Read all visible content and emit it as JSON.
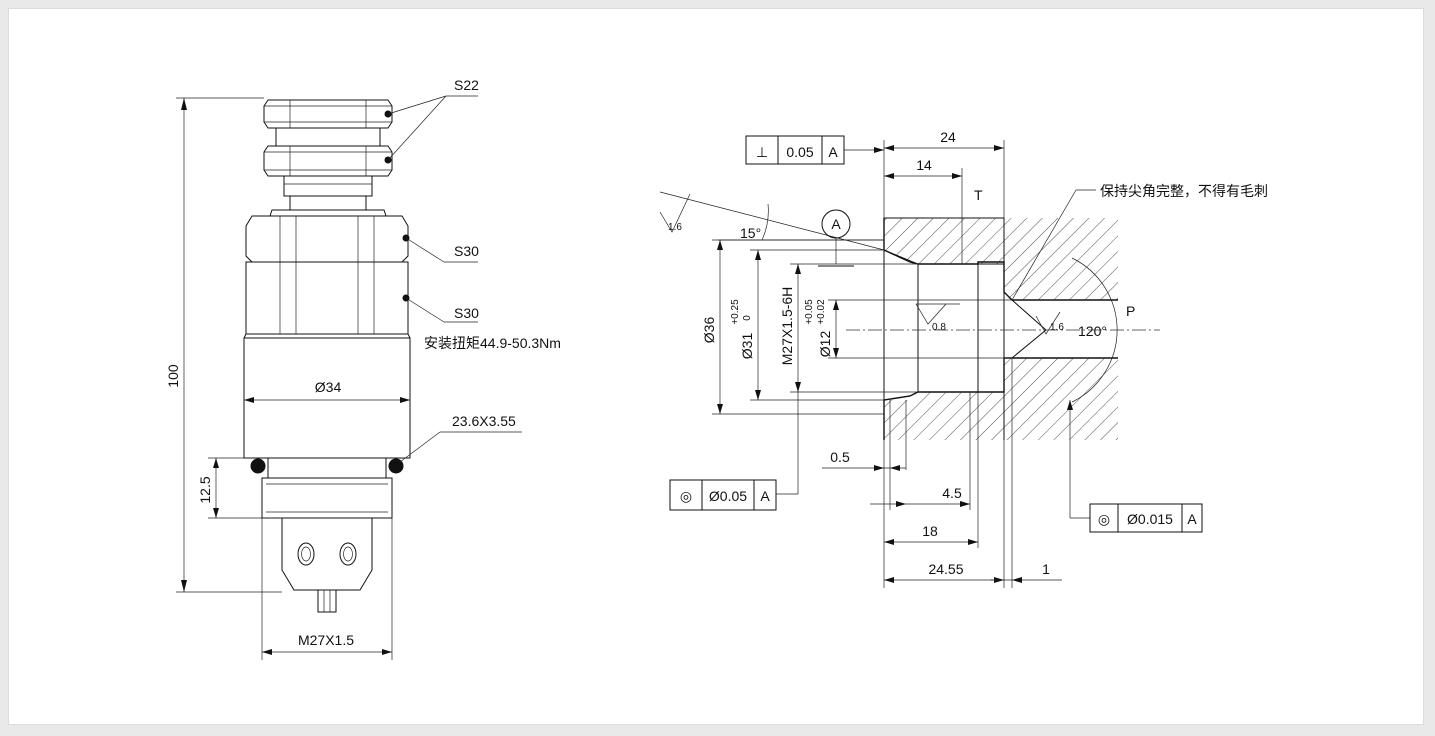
{
  "left_view": {
    "hex_top_label": "S22",
    "hex_mid_label": "S30",
    "hex_low_label": "S30",
    "torque_label": "安装扭矩44.9-50.3Nm",
    "body_dia_label": "Ø34",
    "oring_label": "23.6X3.55",
    "total_length_label": "100",
    "thread_length_label": "12.5",
    "thread_label": "M27X1.5"
  },
  "right_view": {
    "perp_symbol": "⊥",
    "perp_value": "0.05",
    "perp_datum": "A",
    "dim_24": "24",
    "dim_14": "14",
    "label_T": "T",
    "note_sharp": "保持尖角完整，不得有毛刺",
    "rough_1": "1.6",
    "rough_2": "0.8",
    "rough_3": "1.6",
    "angle_15": "15°",
    "datum_circle": "A",
    "dia36": "Ø36",
    "dia31": "Ø31",
    "tol31_up": "+0.25",
    "tol31_lo": "0",
    "thread": "M27X1.5-6H",
    "dia12": "Ø12",
    "tol12_up": "+0.05",
    "tol12_lo": "+0.02",
    "label_P": "P",
    "angle_120": "120°",
    "dim_05": "0.5",
    "dim_45": "4.5",
    "dim_18": "18",
    "dim_2455": "24.55",
    "dim_1": "1",
    "conc1_symbol": "◎",
    "conc1_value": "Ø0.05",
    "conc1_datum": "A",
    "conc2_symbol": "◎",
    "conc2_value": "Ø0.015",
    "conc2_datum": "A"
  }
}
